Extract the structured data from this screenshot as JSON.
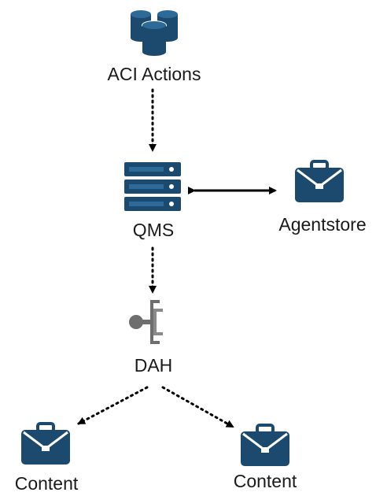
{
  "nodes": {
    "aci_actions": {
      "label": "ACI Actions",
      "icon": "database-cluster-icon"
    },
    "qms": {
      "label": "QMS",
      "icon": "server-rack-icon"
    },
    "agentstore": {
      "label": "Agentstore",
      "icon": "briefcase-icon"
    },
    "dah": {
      "label": "DAH",
      "icon": "distributor-icon"
    },
    "content_left": {
      "label": "Content",
      "icon": "briefcase-icon"
    },
    "content_right": {
      "label": "Content",
      "icon": "briefcase-icon"
    }
  },
  "edges": [
    {
      "from": "aci_actions",
      "to": "qms",
      "style": "dotted",
      "direction": "forward"
    },
    {
      "from": "qms",
      "to": "agentstore",
      "style": "solid",
      "direction": "both"
    },
    {
      "from": "qms",
      "to": "dah",
      "style": "dotted",
      "direction": "forward"
    },
    {
      "from": "dah",
      "to": "content_left",
      "style": "dotted",
      "direction": "forward"
    },
    {
      "from": "dah",
      "to": "content_right",
      "style": "dotted",
      "direction": "forward"
    }
  ],
  "colors": {
    "icon_dark": "#1c4a6e",
    "icon_mid": "#2d6a97",
    "icon_light": "#ffffff",
    "dah_gray": "#6e6e6e",
    "text": "#1a1a1a",
    "edge": "#000000"
  }
}
